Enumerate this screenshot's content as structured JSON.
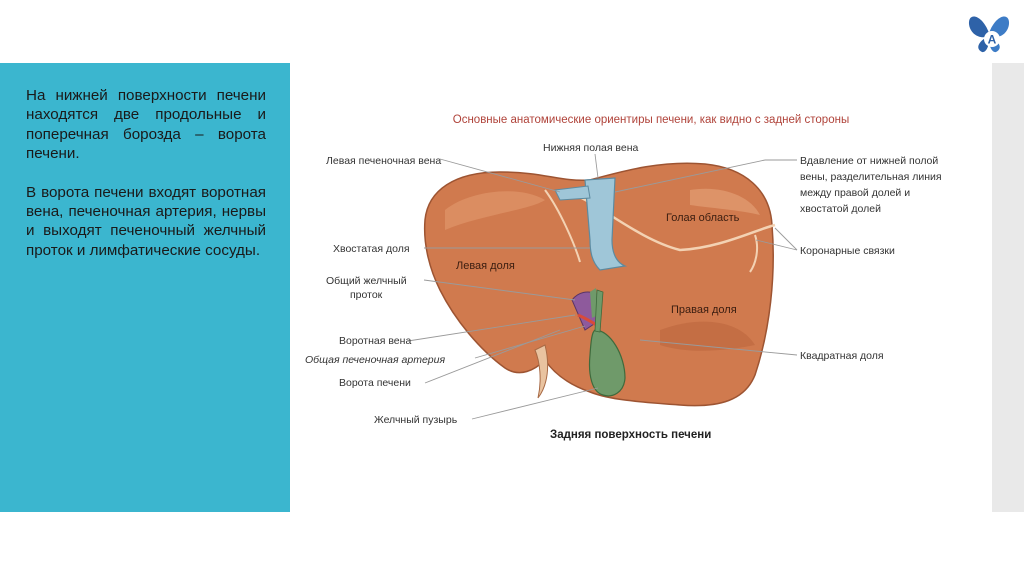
{
  "panel": {
    "paragraph1": "На нижней поверхности печени находятся две продольные и поперечная борозда – ворота печени.",
    "paragraph2": "В ворота печени входят воротная вена, печеночная артерия, нервы и выходят печеночный желчный проток и лимфатические сосуды."
  },
  "figure": {
    "title": "Основные анатомические ориентиры печени, как видно с задней стороны",
    "caption": "Задняя поверхность печени",
    "labels": {
      "left_hepatic_vein": "Левая печеночная вена",
      "ivc": "Нижняя полая вена",
      "caudate_lobe": "Хвостатая доля",
      "common_bile_duct_1": "Общий желчный",
      "common_bile_duct_2": "проток",
      "portal_vein": "Воротная вена",
      "common_hepatic_artery": "Общая печеночная артерия",
      "porta_hepatis": "Ворота печени",
      "gallbladder": "Желчный пузырь",
      "ivc_impression_1": "Вдавление от нижней полой",
      "ivc_impression_2": "вены, разделительная линия",
      "ivc_impression_3": "между правой долей и",
      "ivc_impression_4": "хвостатой долей",
      "coronary_ligaments": "Коронарные связки",
      "quadrate_lobe": "Квадратная доля",
      "bare_area": "Голая область",
      "left_lobe": "Левая доля",
      "right_lobe": "Правая доля"
    }
  },
  "colors": {
    "panel_bg": "#3bb6cf",
    "liver": "#d07a4e",
    "gallbladder": "#6f9a6a",
    "vein": "#9fc6d8",
    "title_red": "#b0433a"
  },
  "logo": {
    "icon": "butterfly-logo-icon",
    "letter": "A"
  }
}
